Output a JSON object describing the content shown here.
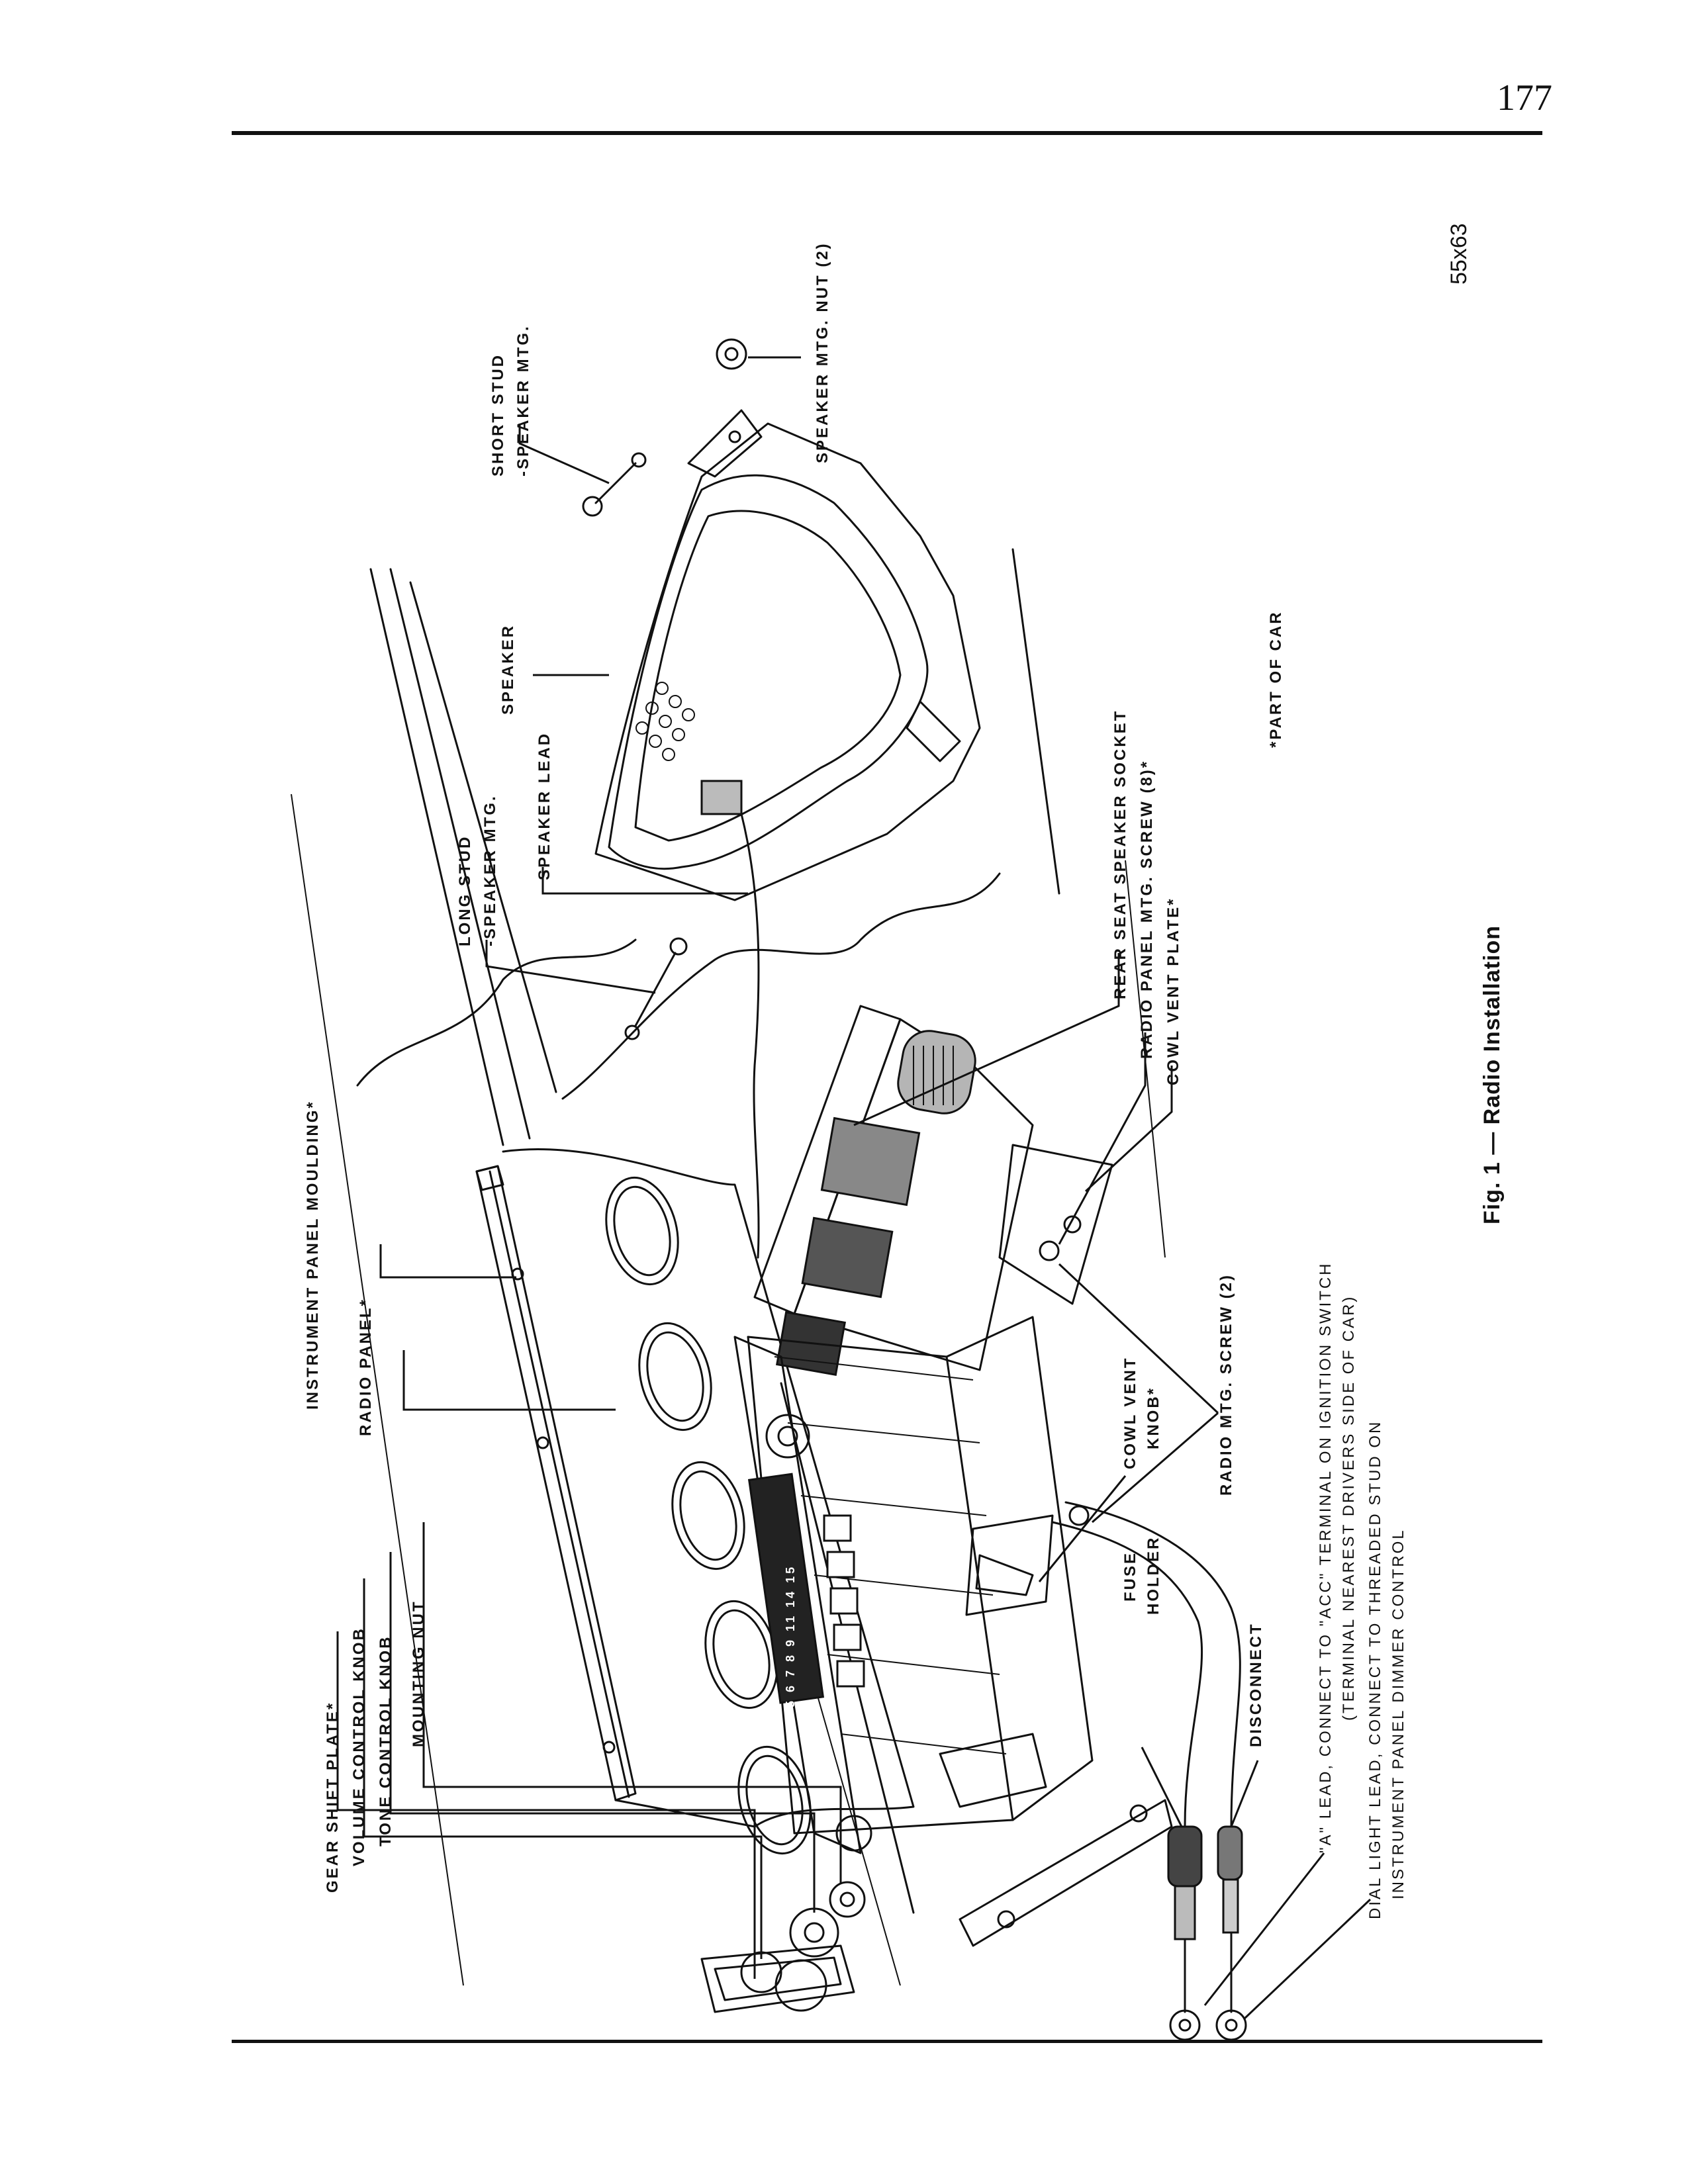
{
  "page": {
    "number": "177",
    "code": "55x63",
    "caption": "Fig. 1 — Radio Installation",
    "footnote": "*PART OF CAR"
  },
  "callouts": {
    "gear_shift_plate": "GEAR SHIFT PLATE*",
    "volume_control_knob": "VOLUME CONTROL KNOB",
    "tone_control_knob": "TONE CONTROL KNOB",
    "mounting_nut": "MOUNTING NUT",
    "instrument_panel_moulding": "INSTRUMENT PANEL MOULDING*",
    "radio_panel": "RADIO PANEL*",
    "radio_mtg_screw": "RADIO MTG. SCREW (2)",
    "cowl_vent_knob_1": "COWL VENT",
    "cowl_vent_knob_2": "KNOB*",
    "long_stud_1": "LONG STUD",
    "long_stud_2": "-SPEAKER MTG.",
    "speaker_lead": "SPEAKER LEAD",
    "speaker": "SPEAKER",
    "short_stud_1": "SHORT STUD",
    "short_stud_2": "-SPEAKER MTG.",
    "speaker_mtg_nut": "SPEAKER MTG. NUT (2)",
    "rear_seat_speaker_socket": "REAR SEAT SPEAKER SOCKET",
    "radio_panel_mtg_screw": "RADIO PANEL MTG. SCREW (8)*",
    "cowl_vent_plate": "COWL VENT PLATE*",
    "fuse_holder_1": "FUSE",
    "fuse_holder_2": "HOLDER",
    "disconnect": "DISCONNECT"
  },
  "notes": {
    "a_lead_1": "\"A\" LEAD, CONNECT TO \"ACC\" TERMINAL ON IGNITION SWITCH",
    "a_lead_2": "(TERMINAL NEAREST DRIVERS SIDE OF CAR)",
    "dial_light_1": "DIAL LIGHT LEAD, CONNECT TO THREADED STUD ON",
    "dial_light_2": "INSTRUMENT PANEL DIMMER CONTROL"
  },
  "dial": {
    "scale": "5 6 7 8 9 11 14 15"
  }
}
